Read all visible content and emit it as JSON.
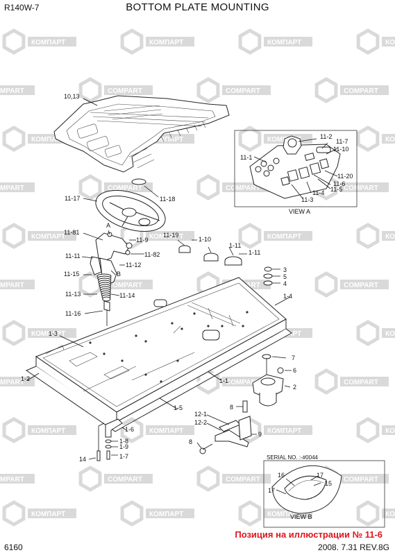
{
  "header": {
    "model": "R140W-7",
    "title": "BOTTOM PLATE MOUNTING"
  },
  "footer": {
    "page_number": "6160",
    "revision": "2008. 7.31  REV.8G",
    "position_note": "Позиция на иллюстрации № 11-6"
  },
  "watermark": {
    "text_a": "КОМПАРТ",
    "text_b": "COMPART",
    "color": "#d9d9d9"
  },
  "views": {
    "view_a": "VIEW A",
    "view_b": "VIEW  B",
    "serial": "SERIAL NO. :-#0044"
  },
  "part_labels": {
    "p10_13": "10,13",
    "p11_2": "11-2",
    "p11_7": "11-7",
    "p11_10": "11-10",
    "p11_1": "11-1",
    "p11_20": "11-20",
    "p11_6": "11-6",
    "p11_5": "11-5",
    "p11_4": "11-4",
    "p11_3": "11-3",
    "p11_17": "11-17",
    "p11_18": "11-18",
    "pA": "A",
    "p11_81": "11-81",
    "p11_9": "11-9",
    "p11_19": "11-19",
    "p1_10": "1-10",
    "p1_11a": "1-11",
    "p1_11b": "1-11",
    "p11_11": "11-11",
    "p11_82": "11-82",
    "p11_12": "11-12",
    "p11_15": "11-15",
    "pB": "B",
    "p3": "3",
    "p5": "5",
    "p4": "4",
    "p11_13": "11-13",
    "p11_14": "11-14",
    "p1_4": "1-4",
    "p11_16": "11-16",
    "p1_3": "1-3",
    "p7": "7",
    "p6": "6",
    "p1_2": "1-2",
    "p2": "2",
    "p1_1": "1-1",
    "p1_5": "1-5",
    "p8a": "8",
    "p12_1": "12-1",
    "p12_2": "12-2",
    "p1_6": "1-6",
    "p9": "9",
    "p1_8": "1-8",
    "p1_9": "1-9",
    "p8b": "8",
    "p14": "14",
    "p1_7": "1-7",
    "p16": "16",
    "p17a": "17",
    "p15": "15",
    "p17b": "17"
  }
}
